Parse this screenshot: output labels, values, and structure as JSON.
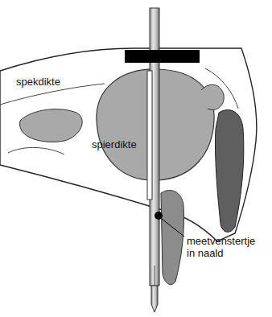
{
  "diagram": {
    "labels": [
      "spekdikte",
      "spierdikte",
      "meetvenstertje in naald"
    ]
  }
}
